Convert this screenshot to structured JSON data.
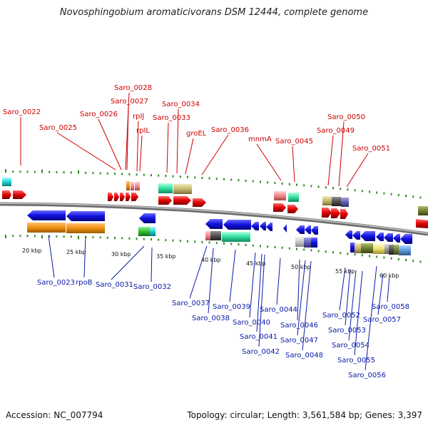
{
  "title": "Novosphingobium aromaticivorans DSM 12444, complete genome",
  "footer": {
    "accession": "Accession: NC_007794",
    "topology": "Topology: circular; Length: 3,561,584 bp; Genes: 3,397"
  },
  "top_labels": [
    "Saro_0022",
    "Saro_0025",
    "Saro_0026",
    "Saro_0028",
    "Saro_0027",
    "rpIJ",
    "rpIL",
    "Saro_0033",
    "Saro_0034",
    "groEL",
    "Saro_0036",
    "mnmA",
    "Saro_0045",
    "Saro_0049",
    "Saro_0050",
    "Saro_0051"
  ],
  "bottom_labels": [
    "Saro_0023",
    "rpoB",
    "Saro_0031",
    "Saro_0032",
    "Saro_0037",
    "Saro_0038",
    "Saro_0039",
    "Saro_0040",
    "Saro_0041",
    "Saro_0042",
    "Saro_0044",
    "Saro_0046",
    "Saro_0047",
    "Saro_0048",
    "Saro_0052",
    "Saro_0053",
    "Saro_0054",
    "Saro_0055",
    "Saro_0056",
    "Saro_0057",
    "Saro_0058"
  ],
  "scale_labels": [
    "20 kbp",
    "25 kbp",
    "30 kbp",
    "35 kbp",
    "40 kbp",
    "45 kbp",
    "50 kbp",
    "55 kbp",
    "60 kbp"
  ],
  "colors": {
    "forward_gene": "#e00000",
    "reverse_gene": "#1010e0",
    "backbone": "#8a8a8a",
    "tick": "#2f8a1f",
    "top_label": "#cc0000",
    "bottom_label": "#0a1aa8"
  }
}
